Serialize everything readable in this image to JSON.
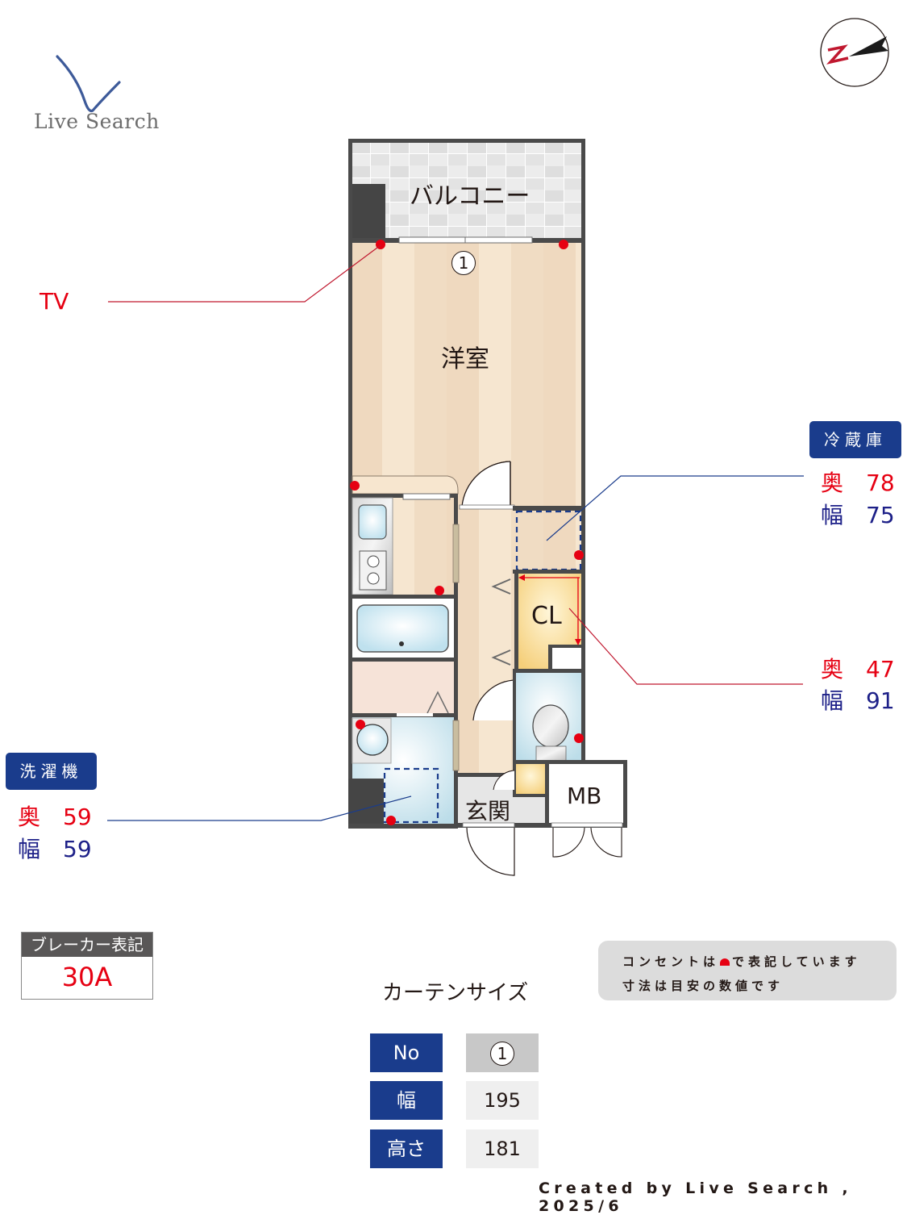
{
  "brand": {
    "logo_text": "Live Search",
    "logo_color": "#3d5a99"
  },
  "compass": {
    "label": "N",
    "label_color": "#c0182f"
  },
  "rooms": {
    "balcony": "バルコニー",
    "western_room": "洋室",
    "closet": "CL",
    "entrance": "玄関",
    "meter_box": "MB"
  },
  "curtain_marker": "1",
  "annotations": {
    "tv": {
      "label": "TV",
      "color": "#e60012"
    },
    "refrigerator": {
      "tag": "冷蔵庫",
      "depth_label": "奥",
      "depth": "78",
      "width_label": "幅",
      "width": "75"
    },
    "closet_dims": {
      "depth_label": "奥",
      "depth": "47",
      "width_label": "幅",
      "width": "91"
    },
    "washing_machine": {
      "tag": "洗濯機",
      "depth_label": "奥",
      "depth": "59",
      "width_label": "幅",
      "width": "59"
    }
  },
  "breaker": {
    "title": "ブレーカー表記",
    "value": "30A"
  },
  "notes": {
    "line1_before": "コンセントは",
    "line1_after": "で表記しています",
    "line2": "寸法は目安の数値です"
  },
  "curtain_table": {
    "title": "カーテンサイズ",
    "rows": [
      {
        "header": "No",
        "value": "1"
      },
      {
        "header": "幅",
        "value": "195"
      },
      {
        "header": "高さ",
        "value": "181"
      }
    ]
  },
  "footer": "Created by Live Search , 2025/6",
  "colors": {
    "accent_navy": "#1a3c8c",
    "outlet_red": "#e60012",
    "dimension_blue": "#1d2088",
    "wall": "#4a4a4a"
  }
}
